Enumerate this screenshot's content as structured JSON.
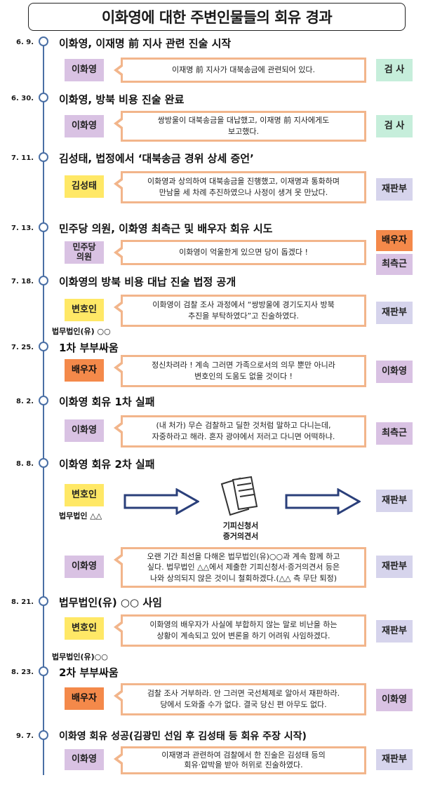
{
  "title": "이화영에 대한 주변인물들의 회유 경과",
  "events": [
    {
      "date": "6. 9.",
      "heading": "이화영, 이재명 前 지사 관련 진술 시작",
      "speaker": "이화영",
      "quote": [
        "이재명 前 지사가 대북송금에 관련되어 있다."
      ],
      "target": "검 사"
    },
    {
      "date": "6. 30.",
      "heading": "이화영, 방북 비용 진술 완료",
      "speaker": "이화영",
      "quote": [
        "쌍방울이 대북송금을 대납했고, 이재명 前 지사에게도",
        "보고했다."
      ],
      "target": "검 사"
    },
    {
      "date": "7. 11.",
      "heading": "김성태, 법정에서 ‘대북송금 경위 상세 증언’",
      "speaker": "김성태",
      "quote": [
        "이화영과 상의하여 대북송금을 진행했고, 이재명과 통화하며",
        "만남을 세 차례 추진하였으나 사정이 생겨 못 만났다."
      ],
      "target": "재판부"
    },
    {
      "date": "7. 13.",
      "heading": "민주당 의원, 이화영 최측근 및 배우자 회유 시도",
      "speaker_lines": [
        "민주당",
        "의원"
      ],
      "quote": [
        "이화영이 억울한게 있으면 당이 돕겠다 !"
      ],
      "target_top": "배우자",
      "target_bottom": "최측근"
    },
    {
      "date": "7. 18.",
      "heading": "이화영의 방북 비용 대납 진술 법정 공개",
      "speaker": "변호인",
      "firm": "법무법인(유) ○○",
      "quote": [
        "이화영이 검찰 조사 과정에서 “쌍방울에 경기도지사 방북",
        "추진을 부탁하였다”고 진술하였다."
      ],
      "target": "재판부"
    },
    {
      "date": "7. 25.",
      "heading": "1차 부부싸움",
      "speaker": "배우자",
      "quote": [
        "정신차려라 ! 계속 그러면 가족으로서의 의무 뿐만 아니라",
        "변호인의 도움도 없을 것이다 !"
      ],
      "target": "이화영"
    },
    {
      "date": "8. 2.",
      "heading": "이화영 회유 1차 실패",
      "speaker": "이화영",
      "quote": [
        "(내 처가) 무슨 검찰하고 딜한 것처럼 말하고 다니는데,",
        "자중하라고 해라. 혼자 광야에서 저러고 다니면 어떡하냐."
      ],
      "target": "최측근"
    },
    {
      "date": "8. 8.",
      "heading": "이화영 회유 2차 실패",
      "speaker": "변호인",
      "firm": "법무법인 △△",
      "docs_label": [
        "기피신청서",
        "증거의견서"
      ],
      "target": "재판부",
      "speaker2": "이화영",
      "quote2": [
        "오랜 기간 최선을 다해온 법무법인(유)○○과 계속 함께 하고",
        "싶다. 법무법인 △△에서 제출한 기피신청서·증거의견서 등은",
        "나와 상의되지 않은 것이니 철회하겠다.(△△ 측 무단 퇴정)"
      ],
      "target2": "재판부"
    },
    {
      "date": "8. 21.",
      "heading": "법무법인(유) ○○ 사임",
      "speaker": "변호인",
      "firm": "법무법인(유)○○",
      "quote": [
        "이화영의 배우자가 사실에 부합하지 않는 말로 비난을 하는",
        "상황이 계속되고 있어 변론을 하기 어려워 사임하겠다."
      ],
      "target": "재판부"
    },
    {
      "date": "8. 23.",
      "heading": "2차 부부싸움",
      "speaker": "배우자",
      "quote": [
        "검찰 조사 거부하라. 안 그러면 국선체제로 알아서 재판하라.",
        "당에서 도와줄 수가 없다. 결국 당신 편 아무도 없다."
      ],
      "target": "이화영"
    },
    {
      "date": "9. 7.",
      "heading": "이화영 회유 성공(김광민 선임 후 김성태 등 회유 주장 시작)",
      "speaker": "이화영",
      "quote": [
        "이재명과 관련하여 검찰에서 한 진술은 김성태 등의",
        "회유·압박을 받아 허위로 진술하였다."
      ],
      "target": "재판부"
    }
  ],
  "colors": {
    "timeline": "#4a6fa5",
    "bubble_border": "#f2b58b",
    "purple": "#d9c2e3",
    "yellow": "#ffe866",
    "orange": "#f4894a",
    "green": "#c6eedb",
    "lavender": "#d6d4ec"
  },
  "icons": {
    "arrow": "right-arrow-icon",
    "documents": "documents-icon"
  }
}
